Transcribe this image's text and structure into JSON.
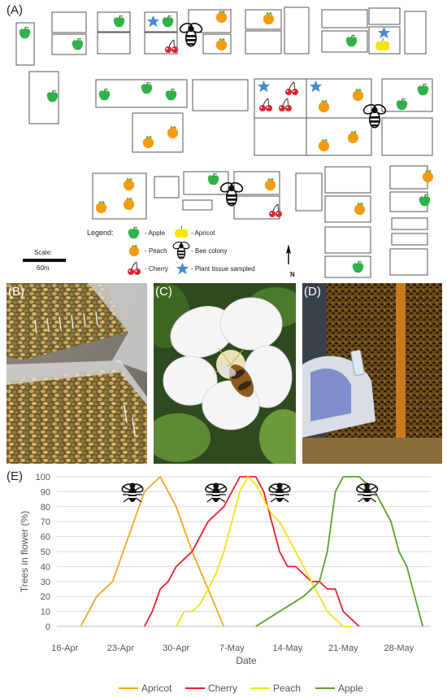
{
  "panel_labels": {
    "a": "(A)",
    "b": "(B)",
    "c": "(C)",
    "d": "(D)",
    "e": "(E)"
  },
  "map": {
    "legend_title": "Legend:",
    "legend_items": {
      "apple": "- Apple",
      "apricot": "- Apricot",
      "peach": "- Peach",
      "bee": "- Bee colony",
      "cherry": "- Cherry",
      "tissue": "- Plant tissue sampled"
    },
    "scale_label": "Scale:",
    "scale_value": "60m",
    "north": "N"
  },
  "colors": {
    "apricot": "#f5a623",
    "cherry": "#e8202a",
    "peach": "#f0e21a",
    "apple": "#5aa02c",
    "apple_icon": "#2fb24a",
    "peach_icon": "#f39c12",
    "cherry_icon": "#d9272e",
    "apricot_icon": "#f7e600",
    "star": "#4a8ac9"
  },
  "chart_data": {
    "type": "line",
    "xlabel": "Date",
    "ylabel": "Trees in flower (%)",
    "ylim": [
      0,
      100
    ],
    "yticks": [
      0,
      10,
      20,
      30,
      40,
      50,
      60,
      70,
      80,
      90,
      100
    ],
    "xticks": [
      "16-Apr",
      "23-Apr",
      "30-Apr",
      "7-May",
      "14-May",
      "21-May",
      "28-May"
    ],
    "xtick_days": [
      0,
      7,
      14,
      21,
      28,
      35,
      42
    ],
    "grid": true,
    "legend": "bottom",
    "bee_markers_day": [
      8.5,
      19,
      27,
      38
    ],
    "series": [
      {
        "name": "Apricot",
        "key": "apricot",
        "x": [
          2,
          4,
          6,
          8,
          10,
          12,
          14,
          16,
          18,
          20
        ],
        "y": [
          0,
          20,
          30,
          60,
          90,
          100,
          80,
          50,
          25,
          0
        ]
      },
      {
        "name": "Cherry",
        "key": "cherry",
        "x": [
          10,
          11,
          12,
          13,
          14,
          15,
          16,
          17,
          18,
          19,
          20,
          21,
          22,
          23,
          24,
          25,
          26,
          27,
          28,
          29,
          30,
          31,
          32,
          33,
          34,
          35,
          36,
          37
        ],
        "y": [
          0,
          10,
          25,
          30,
          40,
          45,
          50,
          60,
          70,
          75,
          80,
          90,
          100,
          100,
          100,
          90,
          70,
          50,
          40,
          40,
          35,
          30,
          30,
          25,
          25,
          10,
          5,
          0
        ]
      },
      {
        "name": "Peach",
        "key": "peach",
        "x": [
          14,
          15,
          16,
          17,
          18,
          19,
          20,
          21,
          22,
          23,
          24,
          25,
          26,
          27,
          28,
          29,
          30,
          31,
          32,
          33,
          34,
          35,
          36
        ],
        "y": [
          0,
          10,
          10,
          15,
          25,
          35,
          50,
          70,
          90,
          100,
          95,
          85,
          75,
          70,
          60,
          50,
          40,
          30,
          20,
          10,
          5,
          0,
          0
        ]
      },
      {
        "name": "Apple",
        "key": "apple",
        "x": [
          24,
          27,
          30,
          32,
          33,
          34,
          35,
          36,
          37,
          38,
          39,
          40,
          41,
          42,
          43,
          44,
          45
        ],
        "y": [
          0,
          10,
          20,
          30,
          50,
          90,
          100,
          100,
          100,
          95,
          90,
          80,
          70,
          50,
          40,
          20,
          0
        ]
      }
    ]
  }
}
